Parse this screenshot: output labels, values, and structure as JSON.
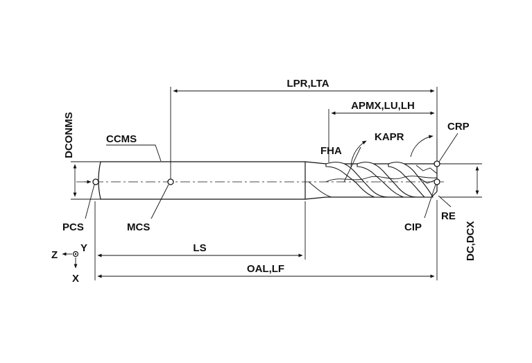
{
  "labels": {
    "lpr_lta": "LPR,LTA",
    "apmx_lu_lh": "APMX,LU,LH",
    "dconms": "DCONMS",
    "ccms": "CCMS",
    "fha": "FHA",
    "kapr": "KAPR",
    "crp": "CRP",
    "pcs": "PCS",
    "mcs": "MCS",
    "cip": "CIP",
    "re": "RE",
    "dc_dcx": "DC,DCX",
    "ls": "LS",
    "oal_lf": "OAL,LF"
  },
  "axes": {
    "z": "Z",
    "y": "Y",
    "x": "X"
  },
  "colors": {
    "line": "#111111",
    "background": "#ffffff"
  }
}
